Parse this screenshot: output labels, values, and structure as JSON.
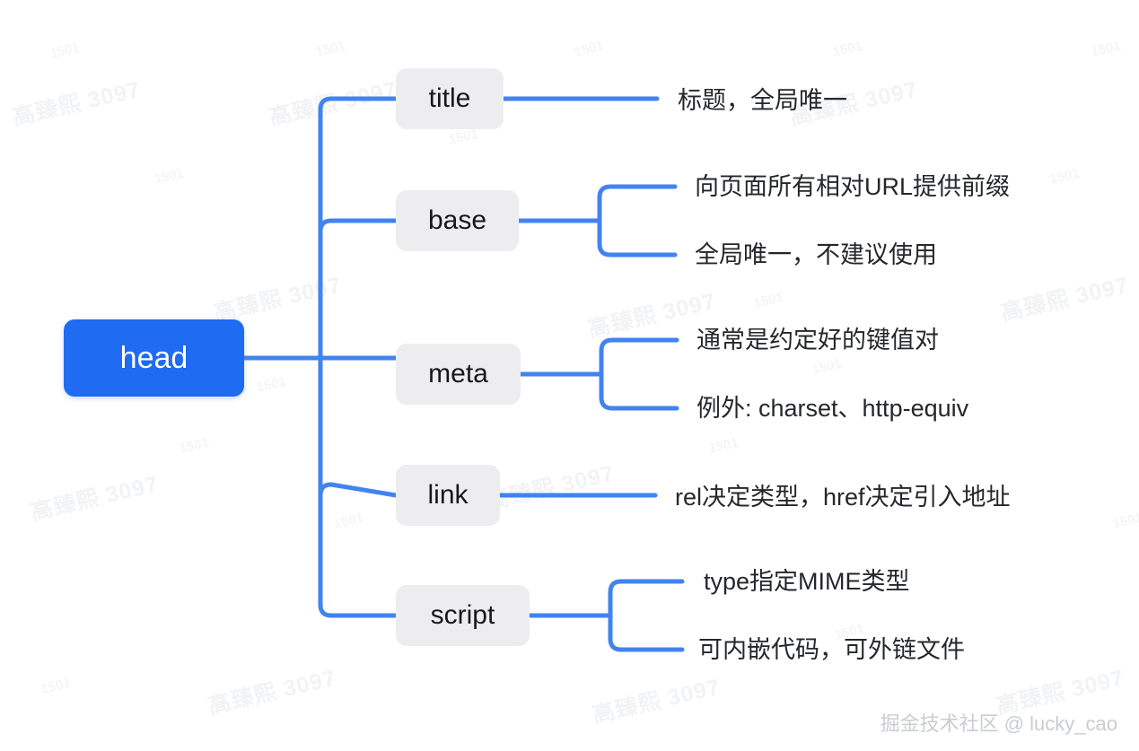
{
  "diagram": {
    "type": "mindmap",
    "root": {
      "label": "head"
    },
    "branches": [
      {
        "label": "title",
        "leaves": [
          {
            "text": "标题，全局唯一"
          }
        ]
      },
      {
        "label": "base",
        "leaves": [
          {
            "text": "向页面所有相对URL提供前缀"
          },
          {
            "text": "全局唯一，不建议使用"
          }
        ]
      },
      {
        "label": "meta",
        "leaves": [
          {
            "text": "通常是约定好的键值对"
          },
          {
            "text": "例外: charset、http-equiv"
          }
        ]
      },
      {
        "label": "link",
        "leaves": [
          {
            "text": "rel决定类型，href决定引入地址"
          }
        ]
      },
      {
        "label": "script",
        "leaves": [
          {
            "text": "type指定MIME类型"
          },
          {
            "text": "可内嵌代码，可外链文件"
          }
        ]
      }
    ]
  },
  "watermark": {
    "primary": "高臻熙 3097",
    "secondary": "1501"
  },
  "signature": {
    "text": "掘金技术社区 @ lucky_cao"
  },
  "colors": {
    "root_fill": "#1f6bf2",
    "branch_fill": "#ededef",
    "wire": "#4183f0",
    "text": "#25272b",
    "background": "#ffffff"
  }
}
